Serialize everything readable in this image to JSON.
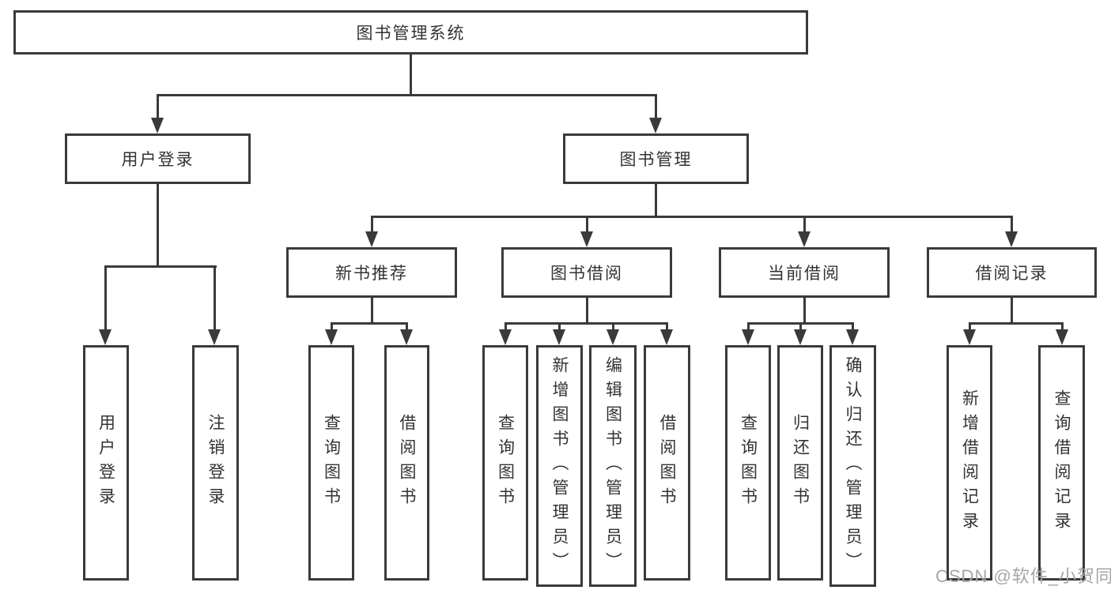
{
  "diagram": {
    "root": {
      "label": "图书管理系统"
    },
    "branches": [
      {
        "label": "用户登录",
        "children": [
          {
            "label": "用户登录"
          },
          {
            "label": "注销登录"
          }
        ]
      },
      {
        "label": "图书管理",
        "sections": [
          {
            "label": "新书推荐",
            "children": [
              {
                "label": "查询图书"
              },
              {
                "label": "借阅图书"
              }
            ]
          },
          {
            "label": "图书借阅",
            "children": [
              {
                "label": "查询图书"
              },
              {
                "label": "新增图书（管理员）"
              },
              {
                "label": "编辑图书（管理员）"
              },
              {
                "label": "借阅图书"
              }
            ]
          },
          {
            "label": "当前借阅",
            "children": [
              {
                "label": "查询图书"
              },
              {
                "label": "归还图书"
              },
              {
                "label": "确认归还（管理员）"
              }
            ]
          },
          {
            "label": "借阅记录",
            "children": [
              {
                "label": "新增借阅记录"
              },
              {
                "label": "查询借阅记录"
              }
            ]
          }
        ]
      }
    ]
  },
  "watermark": {
    "text": "CSDN @软件_小贺同学"
  },
  "colors": {
    "line": "#3a3a3a",
    "text": "#333333",
    "watermark": "#a6a6a6",
    "background": "#ffffff"
  }
}
